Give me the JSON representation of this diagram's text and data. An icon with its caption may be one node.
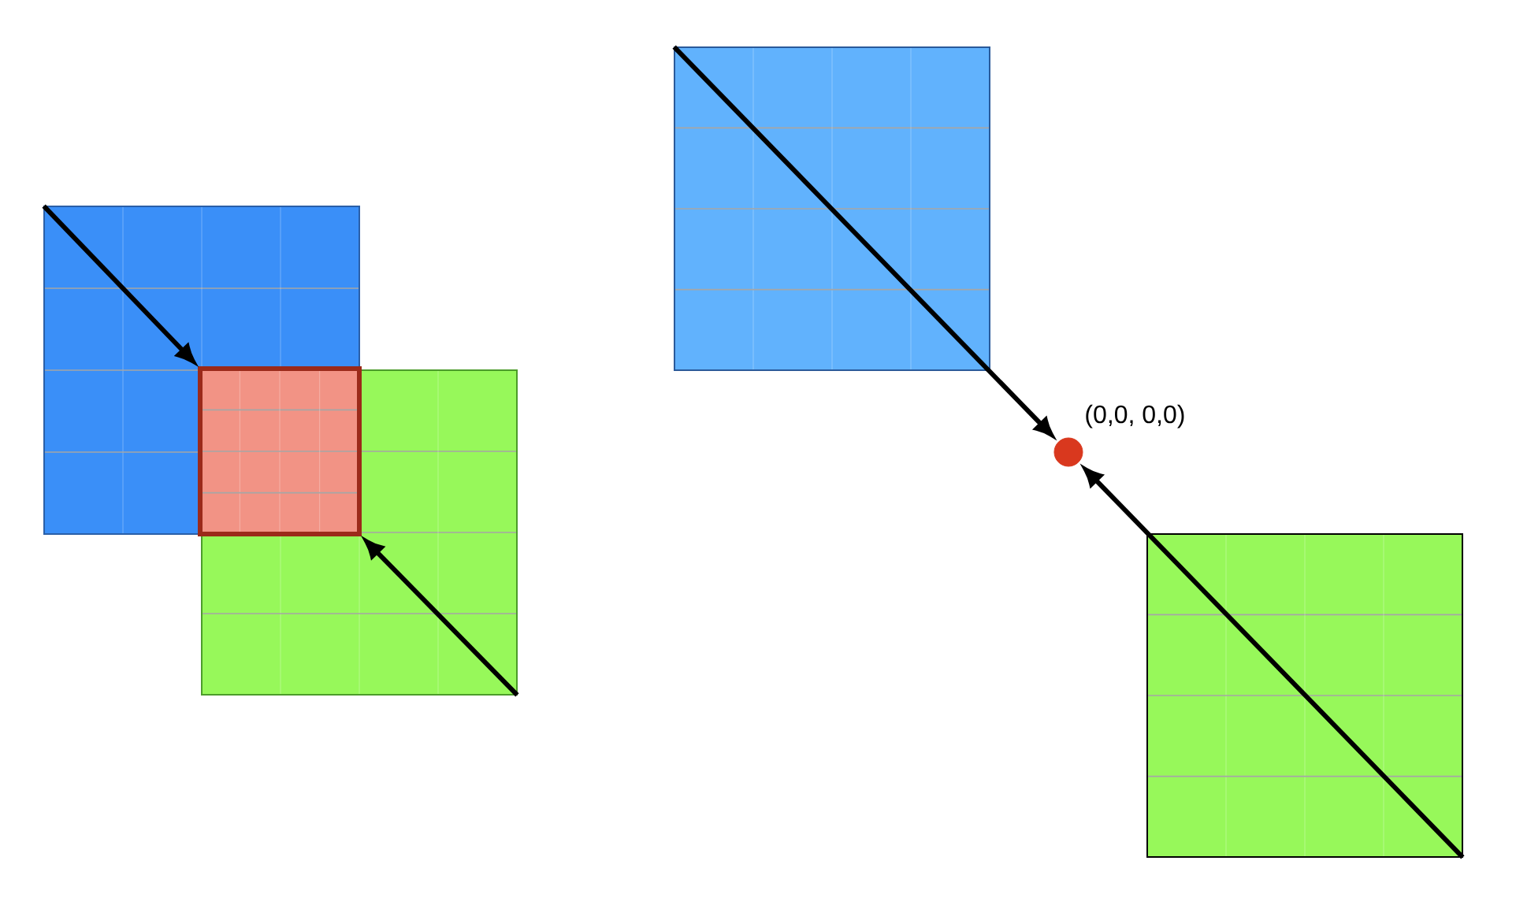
{
  "diagram": {
    "nodes": [
      {
        "text": [],
        "shape": "box"
      },
      {
        "text": [],
        "shape": "box"
      },
      {
        "text": [],
        "shape": "box"
      },
      {
        "text": [],
        "shape": "box"
      },
      {
        "text": [],
        "shape": "circle",
        "beside": [
          "(0,0, 0,0)"
        ]
      },
      {
        "text": [],
        "shape": "box"
      }
    ],
    "edges": [
      {
        "from": 0,
        "to": 2,
        "arrow": "to"
      },
      {
        "from": 1,
        "to": 2,
        "arrow": "to"
      },
      {
        "from": 3,
        "to": 4,
        "arrow": "to"
      },
      {
        "from": 5,
        "to": 4,
        "arrow": "to"
      }
    ]
  }
}
